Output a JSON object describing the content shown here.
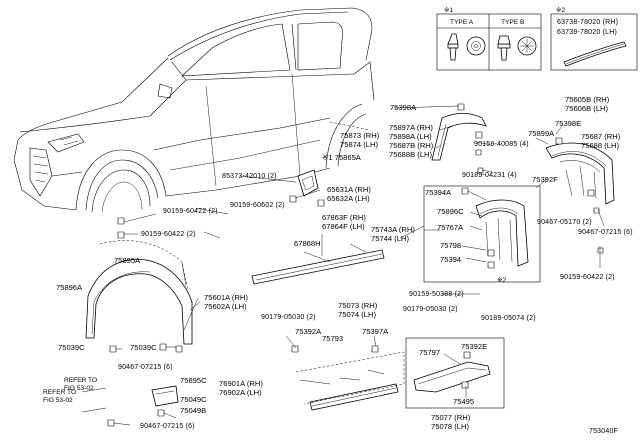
{
  "diagram_code": "753040F",
  "legend": {
    "note1_mark": "※1",
    "note2_mark": "※2",
    "type_a": "TYPE A",
    "type_b": "TYPE B",
    "note2_line1": "63738-78020 (RH)",
    "note2_line2": "63739-78020 (LH)"
  },
  "labels": {
    "l75398A": "75398A",
    "l75897A": "75897A (RH)",
    "l75898A": "75898A (LH)",
    "l75687B": "75687B (RH)",
    "l75688B": "75688B (LH)",
    "l75873": "75873 (RH)",
    "l75874": "75874 (LH)",
    "l75865A": "※1 75865A",
    "l85373": "85373-42010 (2)",
    "l65631A": "65631A (RH)",
    "l65632A": "65632A (LH)",
    "l90159_60602": "90159-60602 (2)",
    "l90159_40085": "90159-40085 (4)",
    "l90189_04231": "90189-04231 (4)",
    "l75605B": "75605B (RH)",
    "l75606B": "75606B (LH)",
    "l75899A": "75899A",
    "l75398E": "75398E",
    "l75687": "75687 (RH)",
    "l75688": "75688 (LH)",
    "l75392F": "75392F",
    "l90467_05170": "90467-05170 (2)",
    "l90467_07215_a": "90467-07215 (6)",
    "l90159_60422_a": "90159-60422 (2)",
    "l90159_60422_b": "90159-60422 (2)",
    "l90159_60422_c": "90159-60422 (2)",
    "l67863F": "67863F (RH)",
    "l67864F": "67864F (LH)",
    "l67868H": "67868H",
    "l75743A": "75743A (RH)",
    "l75744": "75744 (LH)",
    "l75394A": "75394A",
    "l75896C": "75896C",
    "l75767A": "75767A",
    "l75798": "75798",
    "l75394": "75394",
    "note2_mid": "※2",
    "l75895A": "75895A",
    "l75896A": "75896A",
    "l75601A": "75601A (RH)",
    "l75602A": "75602A (LH)",
    "l75039C_a": "75039C",
    "l75039C_b": "75039C",
    "l90467_07215_b": "90467-07215 (6)",
    "l90467_07215_c": "90467-07215 (6)",
    "l90159_50388": "90159-50388 (2)",
    "l90189_05074": "90189-05074 (2)",
    "l90179_05030_a": "90179-05030 (2)",
    "l90179_05030_b": "90179-05030 (2)",
    "l75073": "75073 (RH)",
    "l75074": "75074 (LH)",
    "l75392A": "75392A",
    "l75793": "75793",
    "l75397A": "75397A",
    "l75797": "75797",
    "l75392E": "75392E",
    "l75495": "75495",
    "l75077": "75077 (RH)",
    "l75078": "75078 (LH)",
    "l75895C": "75895C",
    "l76901A": "76901A (RH)",
    "l76902A": "76902A (LH)",
    "l75049C": "75049C",
    "l75049B": "75049B",
    "refer1_a": "REFER TO",
    "refer1_b": "FIG 53-02",
    "refer2_a": "REFER TO",
    "refer2_b": "FIG 53-02"
  }
}
